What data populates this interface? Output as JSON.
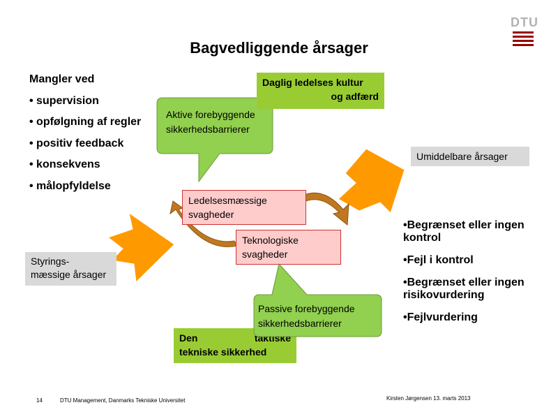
{
  "header": {
    "title": "Bagvedliggende årsager",
    "logo_text": "DTU"
  },
  "left_list": {
    "heading": "Mangler ved",
    "items": [
      "• supervision",
      "• opfølgning af regler",
      "• positiv feedback",
      "• konsekvens",
      "• målopfyldelse"
    ]
  },
  "boxes": {
    "daglig_line1": "Daglig ledelses kultur",
    "daglig_line2": "og adfærd",
    "aktive_line1": "Aktive  forebyggende",
    "aktive_line2": "sikkerhedsbarrierer",
    "umiddelbare": "Umiddelbare årsager",
    "ledelse_line1": "Ledelsesmæssige",
    "ledelse_line2": "svagheder",
    "tekno_line1": "Teknologiske",
    "tekno_line2": "svagheder",
    "styrings_line1": "Styrings-",
    "styrings_line2": "mæssige årsager",
    "passive_line1": "Passive forebyggende",
    "passive_line2": "sikkerhedsbarrierer",
    "den_word1": "Den",
    "den_word2": "taktiske",
    "den_line2": "tekniske sikkerhed"
  },
  "right_list": {
    "items": [
      "•Begrænset eller ingen kontrol",
      "•Fejl i kontrol",
      "•Begrænset eller ingen risikovurdering",
      "•Fejlvurdering"
    ]
  },
  "footer": {
    "page_number": "14",
    "organization": "DTU Management, Danmarks Tekniske Universitet",
    "author_date": "Kirsten Jørgensen 13. marts 2013"
  },
  "colors": {
    "arrow_orange": "#ff9900",
    "callout_green": "#92d050",
    "box_green": "#99cc33",
    "box_grey": "#d9d9d9",
    "box_pink": "#ffcccc",
    "logo_red": "#990000",
    "cycle_brown": "#c07820"
  }
}
